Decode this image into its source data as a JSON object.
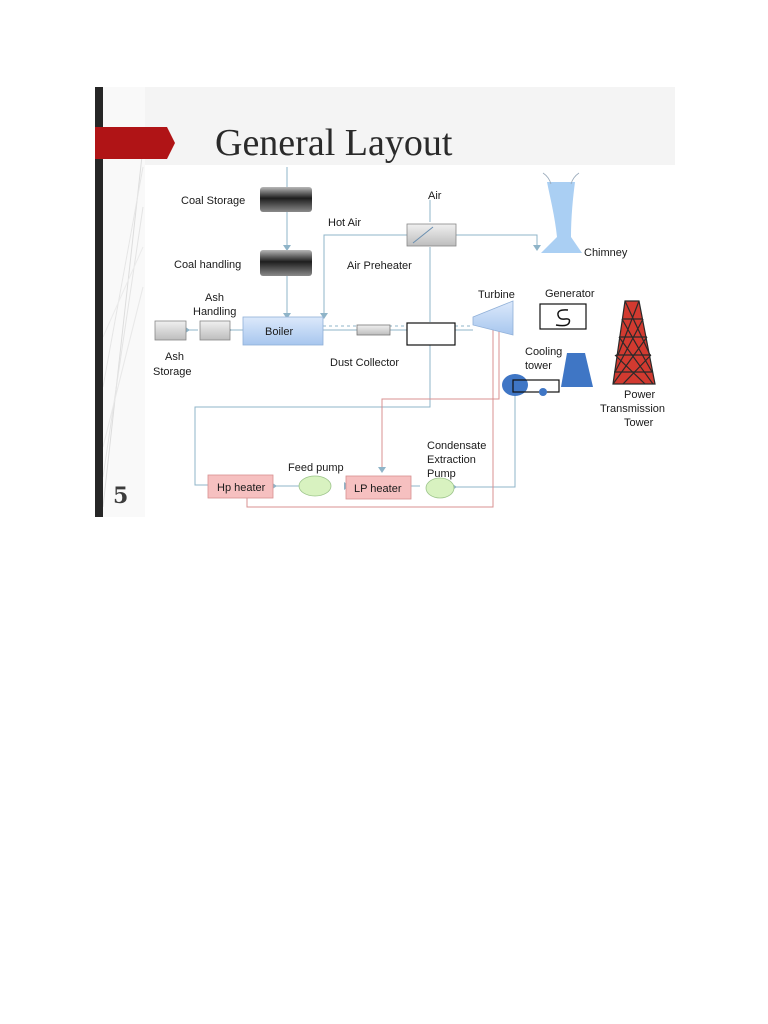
{
  "slide": {
    "title": "General Layout",
    "number": "5"
  },
  "labels": {
    "coal_storage": "Coal Storage",
    "coal_handling": "Coal handling",
    "hot_air": "Hot Air",
    "air": "Air",
    "air_preheater": "Air Preheater",
    "chimney": "Chimney",
    "ash_handling_1": "Ash",
    "ash_handling_2": "Handling",
    "boiler": "Boiler",
    "ash_storage_1": "Ash",
    "ash_storage_2": "Storage",
    "dust_collector": "Dust Collector",
    "turbine": "Turbine",
    "generator": "Generator",
    "cooling_tower_1": "Cooling",
    "cooling_tower_2": "tower",
    "power_tower_1": "Power",
    "power_tower_2": "Transmission",
    "power_tower_3": "Tower",
    "condensate_1": "Condensate",
    "condensate_2": "Extraction",
    "condensate_3": "Pump",
    "feed_pump": "Feed pump",
    "lp_heater": "LP heater",
    "hp_heater": "Hp heater"
  },
  "colors": {
    "accent_red": "#b01416",
    "boiler_fill": "#c8dcf6",
    "heater_fill": "#f6c0c0",
    "pump_fill": "#d8f2c0",
    "cooling_blue": "#3f76c5",
    "tower_red": "#d23a30",
    "line_blue": "#8fb4c8",
    "line_red": "#d89090"
  }
}
